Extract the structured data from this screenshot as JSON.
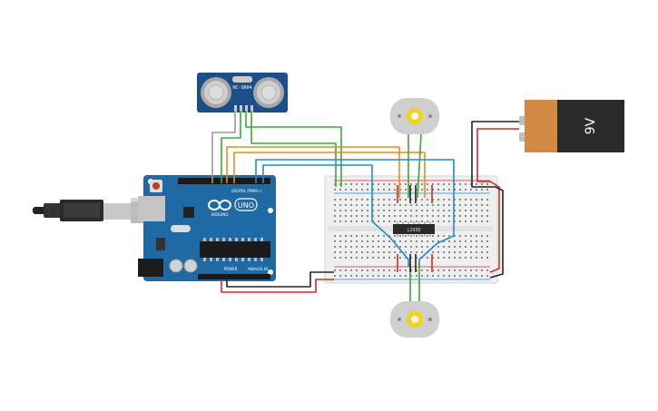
{
  "colors": {
    "background": "#ffffff",
    "arduino_board": "#1f6aa5",
    "breadboard": "#efefef",
    "battery_body": "#2b2b2b",
    "battery_cap": "#d08a43",
    "wire_red": "#d62a1e",
    "wire_black": "#222222",
    "wire_green": "#3aaa35",
    "wire_orange": "#ef8a1a",
    "wire_blue": "#1f8ad8",
    "wire_gray": "#9a9a9a",
    "wire_yellow": "#f2c200"
  },
  "sensor": {
    "model": "HC-SR04"
  },
  "arduino": {
    "logo_text": "UNO",
    "brand": "ARDUINO",
    "digital_label": "DIGITAL (PWM~)",
    "power_label": "POWER",
    "analog_label": "ANALOG IN"
  },
  "driver_chip": {
    "label": "L293D"
  },
  "battery": {
    "label": "9V"
  },
  "motors": [
    {
      "name": "motor-top"
    },
    {
      "name": "motor-bottom"
    }
  ],
  "icons": [
    "usb-cable-icon",
    "motor-icon",
    "battery-icon",
    "ultrasonic-sensor-icon"
  ]
}
